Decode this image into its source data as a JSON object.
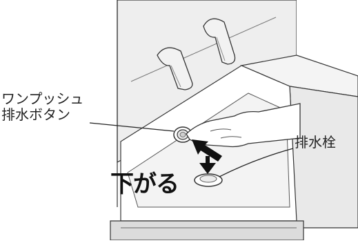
{
  "labels": {
    "push_button_line1": "ワンプッシュ",
    "push_button_line2": "排水ボタン",
    "drain_plug": "排水栓",
    "down": "下がる"
  },
  "colors": {
    "wall": "#eeeeee",
    "outline": "#333333",
    "basin": "#e6e6e6",
    "text": "#222222"
  },
  "icons": [
    "faucet-handle",
    "push-button",
    "pointing-hand",
    "arrow",
    "drain-plug"
  ]
}
